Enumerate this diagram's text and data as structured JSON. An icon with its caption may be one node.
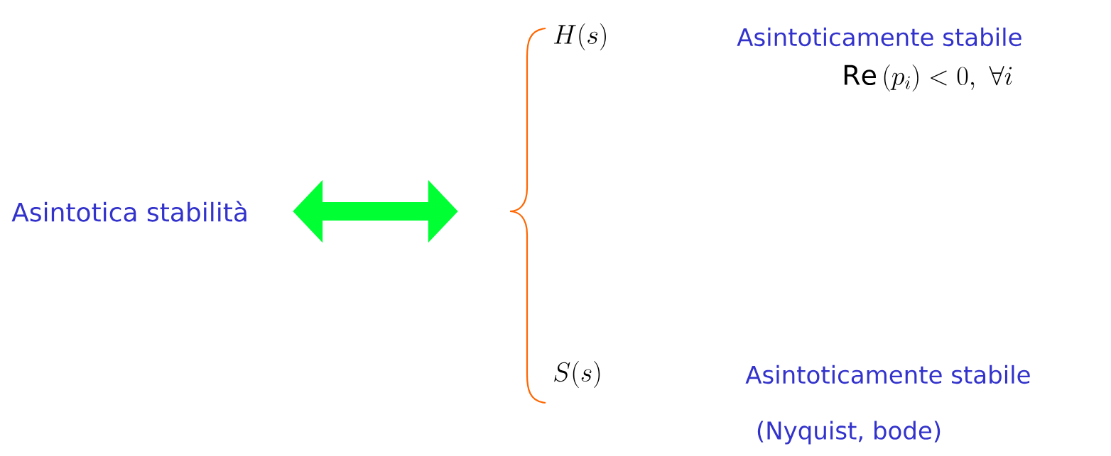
{
  "diagram": {
    "nodes": [
      {
        "text": [
          "Asintotica stabilità"
        ]
      },
      {
        "text": [],
        "shape": "brace"
      }
    ],
    "edges": [
      {
        "from": 0,
        "to": 1,
        "arrow": "both",
        "color": "#00ff33"
      }
    ],
    "labels": [
      "H(s)",
      "Asintoticamente stabile",
      "\\mathrm{Re}\\,(p_i) < 0,\\ \\forall i",
      "S(s)",
      "Asintoticamente stabile",
      "(Nyquist, bode)"
    ]
  }
}
